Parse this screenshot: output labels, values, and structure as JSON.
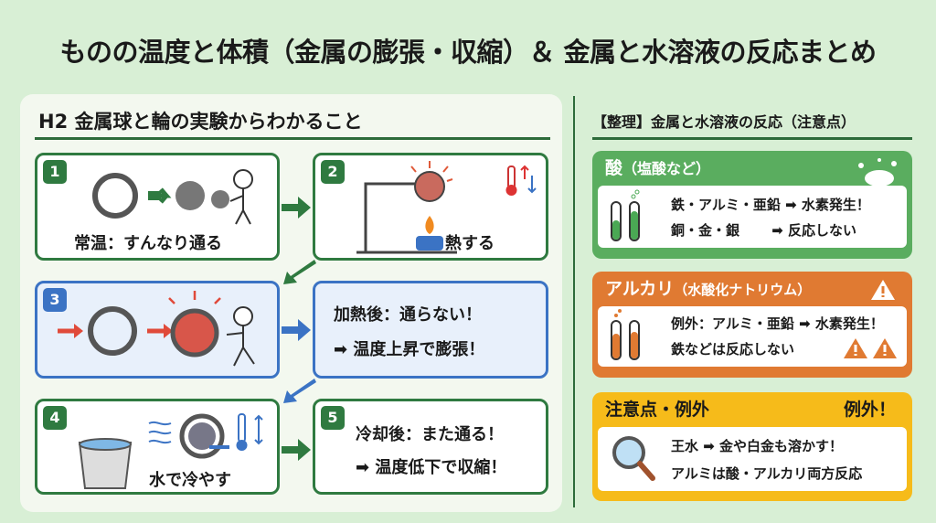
{
  "title": "ものの温度と体積（金属の膨張・収縮）＆ 金属と水溶液の反応まとめ",
  "left": {
    "heading": "H2 金属球と輪の実験からわかること",
    "steps": [
      {
        "num": "1",
        "text": "常温：すんなり通る"
      },
      {
        "num": "2",
        "text": "熱する"
      },
      {
        "num": "3",
        "text": ""
      },
      {
        "num": "",
        "text": "",
        "lines": [
          "加熱後：通らない！",
          "➡ 温度上昇で膨張！"
        ]
      },
      {
        "num": "4",
        "text": "水で冷やす"
      },
      {
        "num": "5",
        "lines": [
          "冷却後：また通る！",
          "➡ 温度低下で収縮！"
        ]
      }
    ]
  },
  "right": {
    "heading": "【整理】金属と水溶液の反応（注意点）",
    "acid": {
      "title": "酸",
      "sub": "（塩酸など）",
      "lines": [
        "鉄・アルミ・亜鉛 ➡ 水素発生！",
        "銅・金・銀　　 ➡ 反応しない"
      ],
      "color": "#5aad5f"
    },
    "alkali": {
      "title": "アルカリ",
      "sub": "（水酸化ナトリウム）",
      "lines": [
        "例外：アルミ・亜鉛 ➡ 水素発生！",
        "鉄などは反応しない"
      ],
      "color": "#e07a32"
    },
    "note": {
      "title": "注意点・例外",
      "badge": "例外！",
      "lines": [
        "王水 ➡ 金や白金も溶かす！",
        "アルミは酸・アルカリ両方反応"
      ],
      "color": "#f6bb1a"
    }
  }
}
